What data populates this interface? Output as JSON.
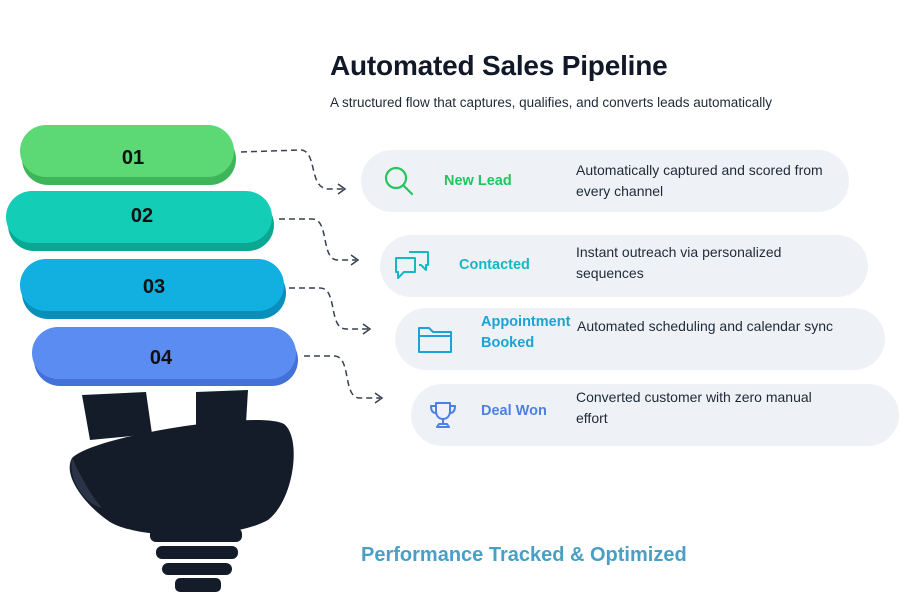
{
  "header": {
    "title": "Automated Sales Pipeline",
    "subtitle": "A structured flow that captures, qualifies, and converts leads automatically"
  },
  "bands": [
    {
      "number": "01",
      "color": "#5cd874",
      "shade": "#3fb55a"
    },
    {
      "number": "02",
      "color": "#14cdb6",
      "shade": "#0aa893"
    },
    {
      "number": "03",
      "color": "#11b0e0",
      "shade": "#0a8fbb"
    },
    {
      "number": "04",
      "color": "#5b8cf2",
      "shade": "#4471d6"
    }
  ],
  "stages": [
    {
      "label": "New Lead",
      "description": "Automatically captured and scored from every channel",
      "icon": "search-icon",
      "color": "#22c55e"
    },
    {
      "label": "Contacted",
      "description": "Instant outreach via personalized sequences",
      "icon": "chat-bubbles-icon",
      "color": "#14b8c4"
    },
    {
      "label": "Appointment Booked",
      "description": "Automated scheduling and calendar sync",
      "icon": "folder-icon",
      "color": "#1aa3d4"
    },
    {
      "label": "Deal Won",
      "description": "Converted customer with zero manual effort",
      "icon": "trophy-icon",
      "color": "#4f7fe6"
    }
  ],
  "footer": {
    "text": "Performance Tracked & Optimized",
    "color": "#4a9fc4"
  },
  "bulb": {
    "base_color": "#141c2a"
  }
}
